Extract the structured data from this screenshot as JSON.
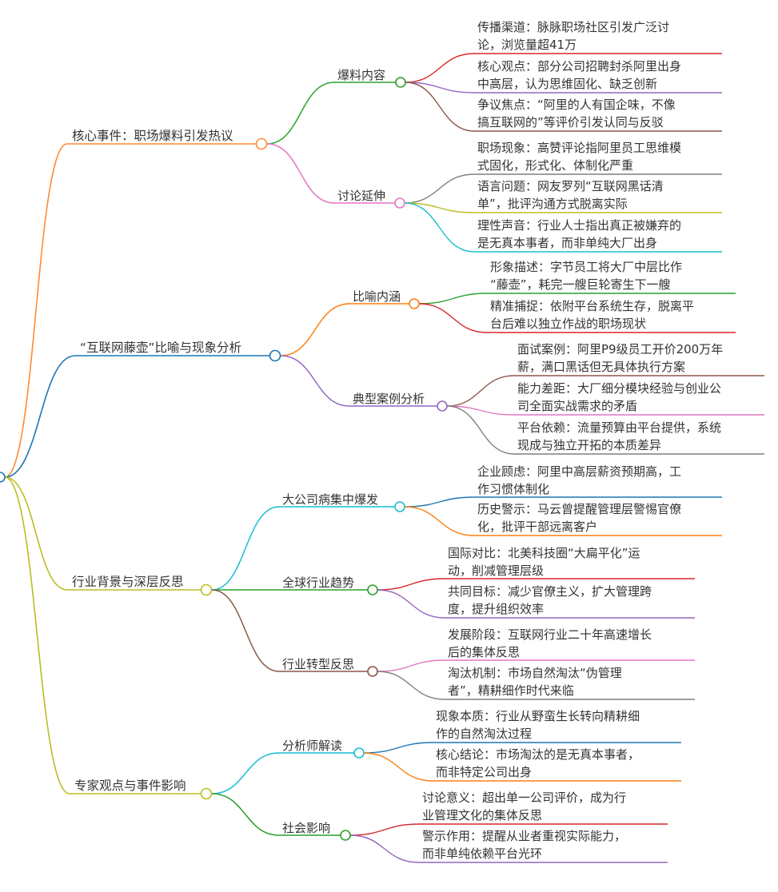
{
  "root": {
    "label": ""
  },
  "branches": [
    {
      "label": "核心事件：职场爆料引发热议",
      "color": "#ff8a34",
      "subs": [
        {
          "label": "爆料内容",
          "color": "#2ca02c",
          "leaves": [
            {
              "lines": [
                "传播渠道：脉脉职场社区引发广泛讨",
                "论，浏览量超41万"
              ],
              "color": "#d62728"
            },
            {
              "lines": [
                "核心观点：部分公司招聘封杀阿里出身",
                "中高层，认为思维固化、缺乏创新"
              ],
              "color": "#9467bd"
            },
            {
              "lines": [
                "争议焦点：“阿里的人有国企味，不像",
                "搞互联网的”等评价引发认同与反驳"
              ],
              "color": "#8c564b"
            }
          ]
        },
        {
          "label": "讨论延伸",
          "color": "#e377c2",
          "leaves": [
            {
              "lines": [
                "职场现象：高赞评论指阿里员工思维模",
                "式固化，形式化、体制化严重"
              ],
              "color": "#7f7f7f"
            },
            {
              "lines": [
                "语言问题：网友罗列“互联网黑话清",
                "单”，批评沟通方式脱离实际"
              ],
              "color": "#bcbd22"
            },
            {
              "lines": [
                "理性声音：行业人士指出真正被嫌弃的",
                "是无真本事者，而非单纯大厂出身"
              ],
              "color": "#17becf"
            }
          ]
        }
      ]
    },
    {
      "label": "“互联网藤壶”比喻与现象分析",
      "color": "#1f77b4",
      "subs": [
        {
          "label": "比喻内涵",
          "color": "#ff7f0e",
          "leaves": [
            {
              "lines": [
                "形象描述：字节员工将大厂中层比作",
                "“藤壶”，耗完一艘巨轮寄生下一艘"
              ],
              "color": "#2ca02c"
            },
            {
              "lines": [
                "精准捕捉：依附平台系统生存，脱离平",
                "台后难以独立作战的职场现状"
              ],
              "color": "#d62728"
            }
          ]
        },
        {
          "label": "典型案例分析",
          "color": "#9467bd",
          "leaves": [
            {
              "lines": [
                "面试案例：阿里P9级员工开价200万年",
                "薪，满口黑话但无具体执行方案"
              ],
              "color": "#8c564b"
            },
            {
              "lines": [
                "能力差距：大厂细分模块经验与创业公",
                "司全面实战需求的矛盾"
              ],
              "color": "#e377c2"
            },
            {
              "lines": [
                "平台依赖：流量预算由平台提供，系统",
                "现成与独立开拓的本质差异"
              ],
              "color": "#7f7f7f"
            }
          ]
        }
      ]
    },
    {
      "label": "行业背景与深层反思",
      "color": "#bcbd22",
      "subs": [
        {
          "label": "大公司病集中爆发",
          "color": "#17becf",
          "leaves": [
            {
              "lines": [
                "企业顾虑：阿里中高层薪资预期高，工",
                "作习惯体制化"
              ],
              "color": "#1f77b4"
            },
            {
              "lines": [
                "历史警示：马云曾提醒管理层警惕官僚",
                "化，批评干部远离客户"
              ],
              "color": "#ff7f0e"
            }
          ]
        },
        {
          "label": "全球行业趋势",
          "color": "#2ca02c",
          "leaves": [
            {
              "lines": [
                "国际对比：北美科技圈“大扁平化”运",
                "动，削减管理层级"
              ],
              "color": "#d62728"
            },
            {
              "lines": [
                "共同目标：减少官僚主义，扩大管理跨",
                "度，提升组织效率"
              ],
              "color": "#9467bd"
            }
          ]
        },
        {
          "label": "行业转型反思",
          "color": "#8c564b",
          "leaves": [
            {
              "lines": [
                "发展阶段：互联网行业二十年高速增长",
                "后的集体反思"
              ],
              "color": "#e377c2"
            },
            {
              "lines": [
                "淘汰机制：市场自然淘汰“伪管理",
                "者”，精耕细作时代来临"
              ],
              "color": "#7f7f7f"
            }
          ]
        }
      ]
    },
    {
      "label": "专家观点与事件影响",
      "color": "#bcbd22",
      "subs": [
        {
          "label": "分析师解读",
          "color": "#17becf",
          "leaves": [
            {
              "lines": [
                "现象本质：行业从野蛮生长转向精耕细",
                "作的自然淘汰过程"
              ],
              "color": "#1f77b4"
            },
            {
              "lines": [
                "核心结论：市场淘汰的是无真本事者，",
                "而非特定公司出身"
              ],
              "color": "#ff7f0e"
            }
          ]
        },
        {
          "label": "社会影响",
          "color": "#2ca02c",
          "leaves": [
            {
              "lines": [
                "讨论意义：超出单一公司评价，成为行",
                "业管理文化的集体反思"
              ],
              "color": "#d62728"
            },
            {
              "lines": [
                "警示作用：提醒从业者重视实际能力，",
                "而非单纯依赖平台光环"
              ],
              "color": "#9467bd"
            }
          ]
        }
      ]
    }
  ]
}
